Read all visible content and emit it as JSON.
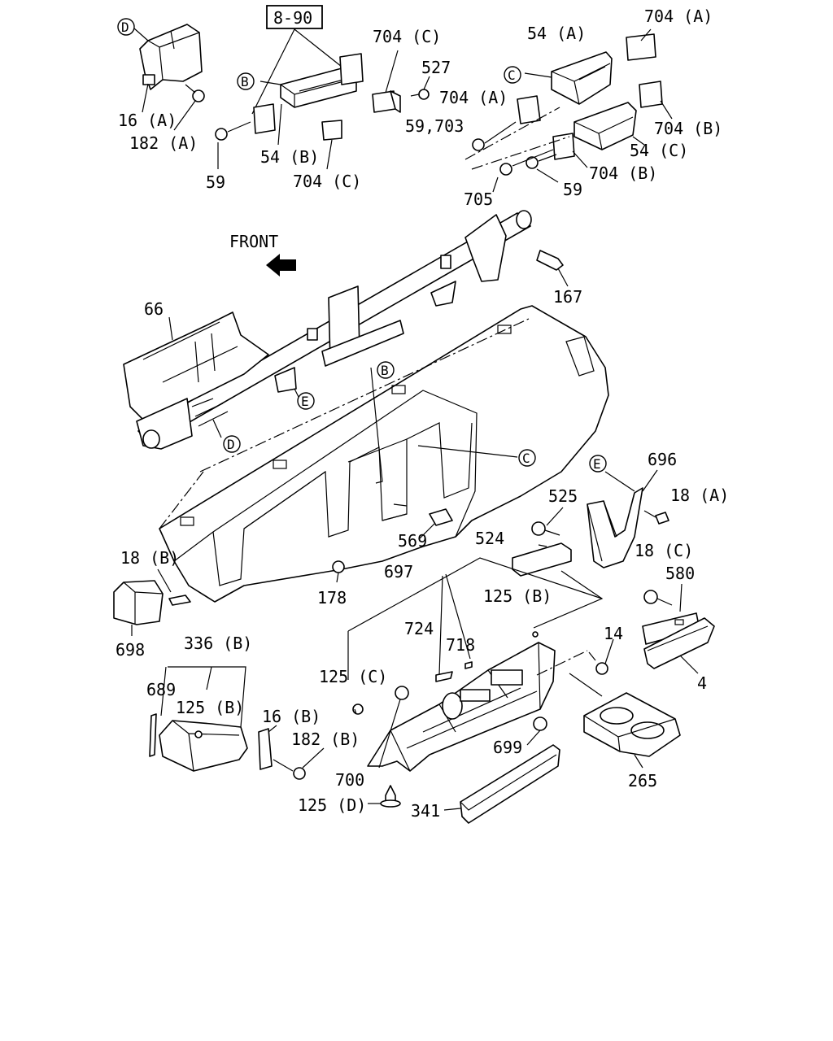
{
  "front_label": "FRONT",
  "callout_box": "8-90",
  "circle_labels": {
    "d_top": "D",
    "b_top": "B",
    "c_top": "C",
    "b_mid": "B",
    "e_mid": "E",
    "c_mid": "C",
    "d_mid": "D",
    "e_right": "E"
  },
  "labels": {
    "l_16a": "16 (A)",
    "l_182a": "182 (A)",
    "l_59a": "59",
    "l_54b": "54 (B)",
    "l_704c_a": "704 (C)",
    "l_704c_b": "704 (C)",
    "l_527": "527",
    "l_704a_mid": "704 (A)",
    "l_59703": "59,703",
    "l_54a": "54 (A)",
    "l_704a_top": "704 (A)",
    "l_704b_top": "704 (B)",
    "l_54c": "54 (C)",
    "l_704b_mid": "704 (B)",
    "l_59b": "59",
    "l_705": "705",
    "l_167": "167",
    "l_66": "66",
    "l_696": "696",
    "l_18a": "18 (A)",
    "l_525": "525",
    "l_524": "524",
    "l_569": "569",
    "l_18c": "18 (C)",
    "l_580": "580",
    "l_18b": "18 (B)",
    "l_178": "178",
    "l_697": "697",
    "l_125b_a": "125 (B)",
    "l_698": "698",
    "l_724": "724",
    "l_14": "14",
    "l_718": "718",
    "l_336b": "336 (B)",
    "l_4": "4",
    "l_125c": "125 (C)",
    "l_689": "689",
    "l_125b_b": "125 (B)",
    "l_16b": "16 (B)",
    "l_182b": "182 (B)",
    "l_699": "699",
    "l_700": "700",
    "l_265": "265",
    "l_125d": "125 (D)",
    "l_341": "341"
  }
}
